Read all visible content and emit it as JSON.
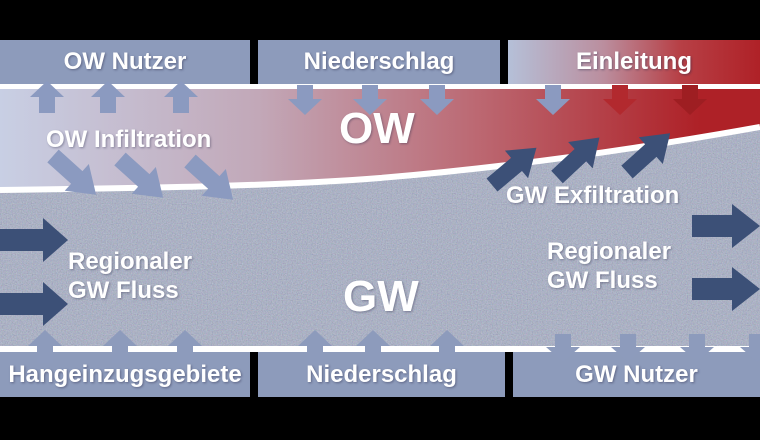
{
  "title": "OW-GW Interaktion Schema",
  "zones": {
    "surface_water_label": "OW",
    "groundwater_label": "GW"
  },
  "top_row": {
    "boxes": [
      {
        "label": "OW Nutzer"
      },
      {
        "label": "Niederschlag"
      },
      {
        "label": "Einleitung"
      }
    ]
  },
  "bottom_row": {
    "boxes": [
      {
        "label": "Hangeinzugsgebiete"
      },
      {
        "label": "Niederschlag"
      },
      {
        "label": "GW Nutzer"
      }
    ]
  },
  "flow_labels": {
    "ow_infiltration": "OW Infiltration",
    "gw_exfiltration": "GW Exfiltration",
    "regional_left": "Regionaler\nGW Fluss",
    "regional_right": "Regionaler\nGW Fluss"
  },
  "flows": [
    {
      "name": "ow-nutzer-uptake",
      "icon": "arrow-up-icon",
      "count": 3
    },
    {
      "name": "niederschlag-to-ow",
      "icon": "arrow-down-icon",
      "count": 3
    },
    {
      "name": "einleitung-to-ow",
      "icon": "arrow-down-icon",
      "count": 3
    },
    {
      "name": "ow-infiltration",
      "icon": "arrow-down-right-icon",
      "count": 3
    },
    {
      "name": "gw-exfiltration",
      "icon": "arrow-up-right-icon",
      "count": 3
    },
    {
      "name": "regional-gw-fluss-in",
      "icon": "arrow-right-icon",
      "count": 2
    },
    {
      "name": "regional-gw-fluss-out",
      "icon": "arrow-right-icon",
      "count": 2
    },
    {
      "name": "hangeinzugsgebiete-to-gw",
      "icon": "arrow-up-icon",
      "count": 3
    },
    {
      "name": "niederschlag-to-gw",
      "icon": "arrow-up-icon",
      "count": 3
    },
    {
      "name": "gw-nutzer-abstraction",
      "icon": "arrow-down-icon",
      "count": 3
    }
  ],
  "colors": {
    "background": "#000000",
    "box_blue": "#8D9BBB",
    "white": "#FFFFFF",
    "gw_base": "#9AA3B8",
    "ow_grad": {
      "s0": "#C8CFE4",
      "s1": "#C2A8B8",
      "s2": "#BC6A74",
      "s3": "#AE2127"
    },
    "einleitung_grad_start": "#B5C0D8",
    "einleitung_grad_end": "#AF2127",
    "arrow_light": "#8B9AC0",
    "arrow_box": "#8D9BBC",
    "arrow_dark": "#3C5077",
    "arrow_red": "#B2292E",
    "arrow_dark_red": "#9E1E22"
  }
}
